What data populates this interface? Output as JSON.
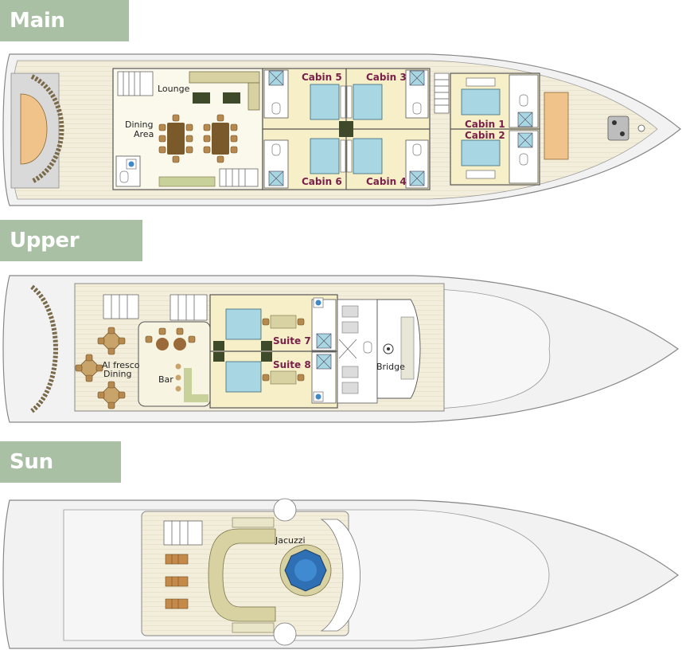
{
  "decks": {
    "main": {
      "title": "Main Deck",
      "labels": {
        "lounge": "Lounge",
        "dining_1": "Dining",
        "dining_2": "Area",
        "cabin5": "Cabin 5",
        "cabin3": "Cabin 3",
        "cabin6": "Cabin 6",
        "cabin4": "Cabin 4",
        "cabin1": "Cabin 1",
        "cabin2": "Cabin 2"
      }
    },
    "upper": {
      "title": "Upper Deck",
      "labels": {
        "alfresco_1": "Al fresco",
        "alfresco_2": "Dining",
        "bar": "Bar",
        "suite7": "Suite 7",
        "suite8": "Suite 8",
        "bridge": "Bridge"
      }
    },
    "sun": {
      "title": "Sun Deck",
      "labels": {
        "jacuzzi": "Jacuzzi"
      }
    }
  },
  "colors": {
    "tag_bg": "#a9c0a4",
    "deck_floor": "#f4efdc",
    "hull": "#f2f2f2",
    "cabin_floor": "#f6efc8",
    "bed": "#a9d6e3",
    "room_label": "#7a1f4a",
    "furniture": "#c9c08a",
    "dark_furniture": "#3f4a2a",
    "wood": "#b6894f",
    "jacuzzi": "#2f6fb3"
  }
}
